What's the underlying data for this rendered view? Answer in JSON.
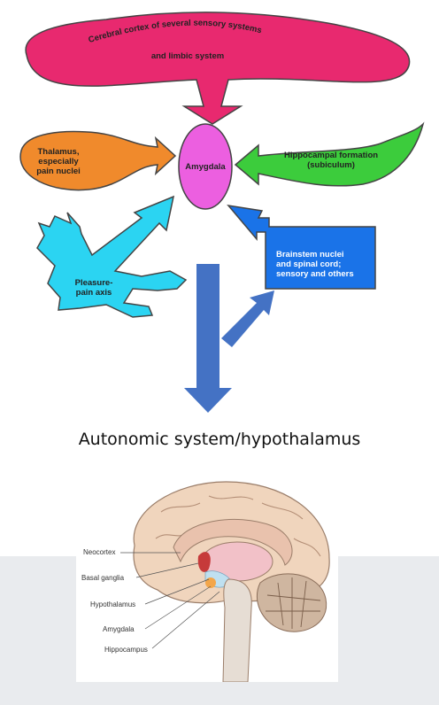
{
  "diagram": {
    "cortex_label_1": "Cerebral  cortex of several sensory systems",
    "cortex_label_2": "and limbic system",
    "amygdala_label": "Amygdala",
    "thalamus_label_1": "Thalamus,",
    "thalamus_label_2": "especially",
    "thalamus_label_3": "pain nuclei",
    "hippocampal_label_1": "Hippocampal formation",
    "hippocampal_label_2": "(subiculum)",
    "pleasure_label_1": "Pleasure-",
    "pleasure_label_2": "pain axis",
    "brainstem_label_1": "Brainstem nuclei",
    "brainstem_label_2": "and spinal cord;",
    "brainstem_label_3": "sensory and others",
    "colors": {
      "cortex": "#e8296f",
      "amygdala": "#ec5fe0",
      "thalamus": "#f08a2c",
      "hippocampal": "#3ccc3c",
      "pleasure": "#2bd4f2",
      "brainstem": "#1a73e8",
      "output_arrow": "#4472c4"
    }
  },
  "caption": "Autonomic system/hypothalamus",
  "brain_figure": {
    "labels": [
      "Neocortex",
      "Basal ganglia",
      "Hypothalamus",
      "Amygdala",
      "Hippocampus"
    ]
  }
}
